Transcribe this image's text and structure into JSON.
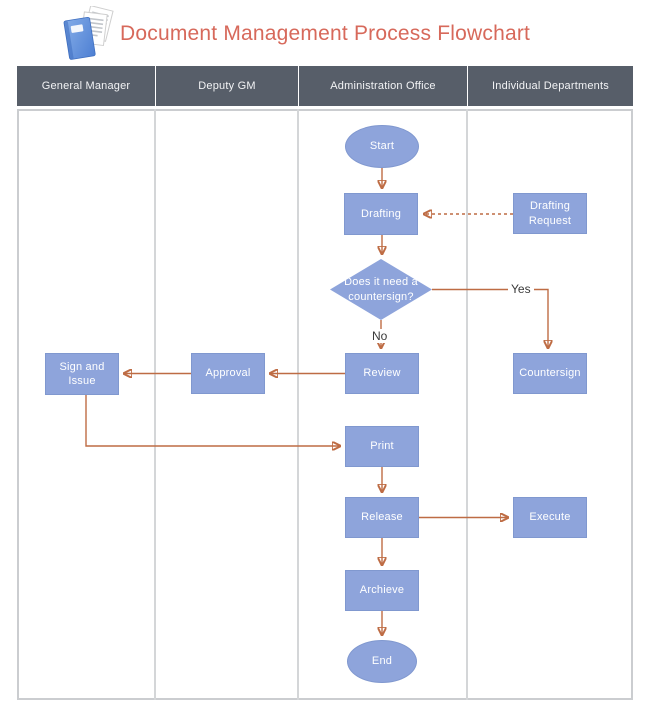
{
  "title": "Document Management Process Flowchart",
  "colors": {
    "title_text": "#D7695B",
    "lane_header_bg": "#575E69",
    "lane_header_text": "#F2F3F5",
    "shape_fill": "#8EA4DB",
    "shape_text": "#FFFFFF",
    "connector": "#BE6C44",
    "lane_border": "#CBCDD0"
  },
  "lanes": [
    {
      "label": "General Manager"
    },
    {
      "label": "Deputy GM"
    },
    {
      "label": "Administration Office"
    },
    {
      "label": "Individual Departments"
    }
  ],
  "nodes": {
    "start": {
      "label": "Start",
      "type": "terminator",
      "lane": "Administration Office"
    },
    "drafting": {
      "label": "Drafting",
      "type": "process",
      "lane": "Administration Office"
    },
    "drafting_request": {
      "label": "Drafting Request",
      "type": "process",
      "lane": "Individual Departments"
    },
    "decision": {
      "label": "Does it need a countersign?",
      "type": "decision",
      "lane": "Administration Office"
    },
    "review": {
      "label": "Review",
      "type": "process",
      "lane": "Administration Office"
    },
    "countersign": {
      "label": "Countersign",
      "type": "process",
      "lane": "Individual Departments"
    },
    "approval": {
      "label": "Approval",
      "type": "process",
      "lane": "Deputy GM"
    },
    "sign_issue": {
      "label": "Sign and Issue",
      "type": "process",
      "lane": "General Manager"
    },
    "print": {
      "label": "Print",
      "type": "process",
      "lane": "Administration Office"
    },
    "release": {
      "label": "Release",
      "type": "process",
      "lane": "Administration Office"
    },
    "execute": {
      "label": "Execute",
      "type": "process",
      "lane": "Individual Departments"
    },
    "archieve": {
      "label": "Archieve",
      "type": "process",
      "lane": "Administration Office"
    },
    "end": {
      "label": "End",
      "type": "terminator",
      "lane": "Administration Office"
    }
  },
  "edge_labels": {
    "yes": "Yes",
    "no": "No"
  },
  "edges": [
    {
      "from": "Start",
      "to": "Drafting",
      "style": "solid"
    },
    {
      "from": "Drafting",
      "to": "Does it need a countersign?",
      "style": "solid"
    },
    {
      "from": "Drafting Request",
      "to": "Drafting",
      "style": "dashed"
    },
    {
      "from": "Does it need a countersign?",
      "to": "Countersign",
      "label": "Yes",
      "style": "solid"
    },
    {
      "from": "Does it need a countersign?",
      "to": "Review",
      "label": "No",
      "style": "solid"
    },
    {
      "from": "Review",
      "to": "Approval",
      "style": "solid"
    },
    {
      "from": "Approval",
      "to": "Sign and Issue",
      "style": "solid"
    },
    {
      "from": "Sign and Issue",
      "to": "Print",
      "style": "solid"
    },
    {
      "from": "Print",
      "to": "Release",
      "style": "solid"
    },
    {
      "from": "Release",
      "to": "Execute",
      "style": "solid"
    },
    {
      "from": "Release",
      "to": "Archieve",
      "style": "solid"
    },
    {
      "from": "Archieve",
      "to": "End",
      "style": "solid"
    }
  ]
}
